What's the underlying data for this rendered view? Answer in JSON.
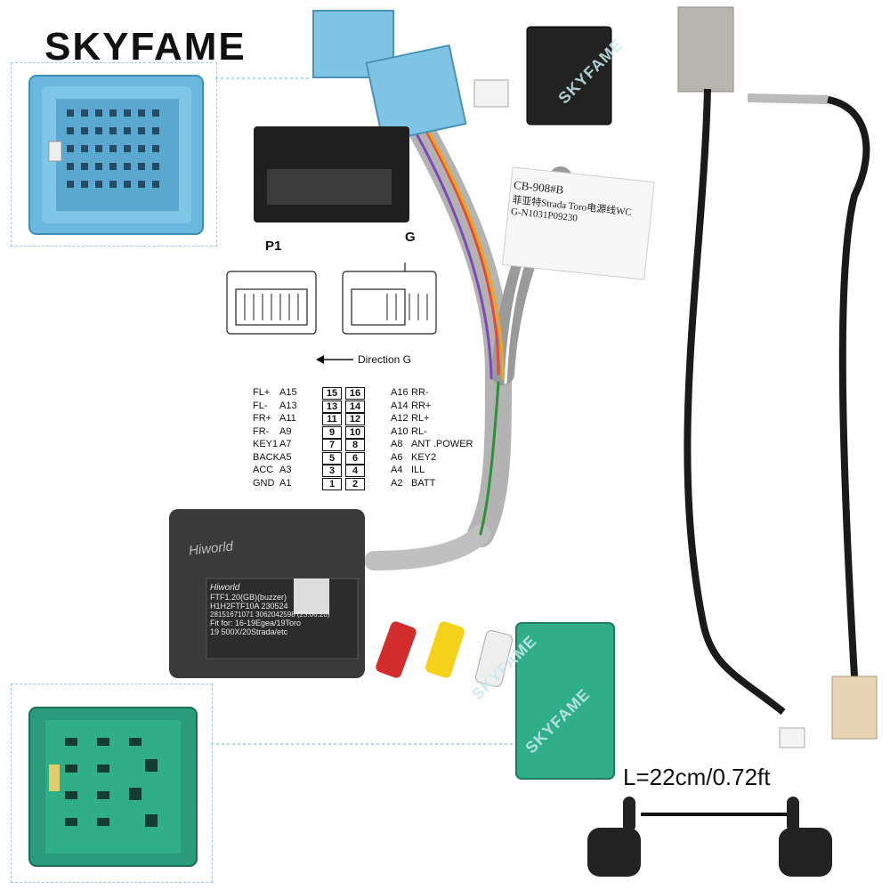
{
  "brand": "SKYFAME",
  "watermark": "SKYFAME",
  "label_tag": {
    "line1": "CB-908#B",
    "line2": "菲亚特Strada Toro电源线WC",
    "line3": "G-N1031P09230"
  },
  "connector_views": {
    "left_label": "P1",
    "right_label": "G",
    "direction": "Direction G"
  },
  "pinout": {
    "left": [
      {
        "func": "FL+",
        "code": "A15",
        "pin": "15"
      },
      {
        "func": "FL-",
        "code": "A13",
        "pin": "13"
      },
      {
        "func": "FR+",
        "code": "A11",
        "pin": "11"
      },
      {
        "func": "FR-",
        "code": "A9",
        "pin": "9"
      },
      {
        "func": "KEY1",
        "code": "A7",
        "pin": "7"
      },
      {
        "func": "BACK",
        "code": "A5",
        "pin": "5"
      },
      {
        "func": "ACC",
        "code": "A3",
        "pin": "3"
      },
      {
        "func": "GND",
        "code": "A1",
        "pin": "1"
      }
    ],
    "right": [
      {
        "func": "RR-",
        "code": "A16",
        "pin": "16"
      },
      {
        "func": "RR+",
        "code": "A14",
        "pin": "14"
      },
      {
        "func": "RL+",
        "code": "A12",
        "pin": "12"
      },
      {
        "func": "RL-",
        "code": "A10",
        "pin": "10"
      },
      {
        "func": "ANT .POWER",
        "code": "A8",
        "pin": "8"
      },
      {
        "func": "KEY2",
        "code": "A6",
        "pin": "6"
      },
      {
        "func": "ILL",
        "code": "A4",
        "pin": "4"
      },
      {
        "func": "BATT",
        "code": "A2",
        "pin": "2"
      }
    ]
  },
  "module": {
    "brand": "Hiworld",
    "sticker_brand": "Hiworld",
    "line1": "FTF1.20(GB)(buzzer)",
    "line2": "H1H2FTF10A    230524",
    "line3": "28151671071 3062042598 (23.06.20)",
    "line4": "Fit for: 16-19Egea/19Toro",
    "line5": "19 500X/20Strada/etc"
  },
  "length": "L=22cm/0.72ft",
  "colors": {
    "blue_connector": "#7fc4e4",
    "green_connector": "#2fa886",
    "module_body": "#3a3a3a",
    "inset_border": "#9ec9e8"
  }
}
